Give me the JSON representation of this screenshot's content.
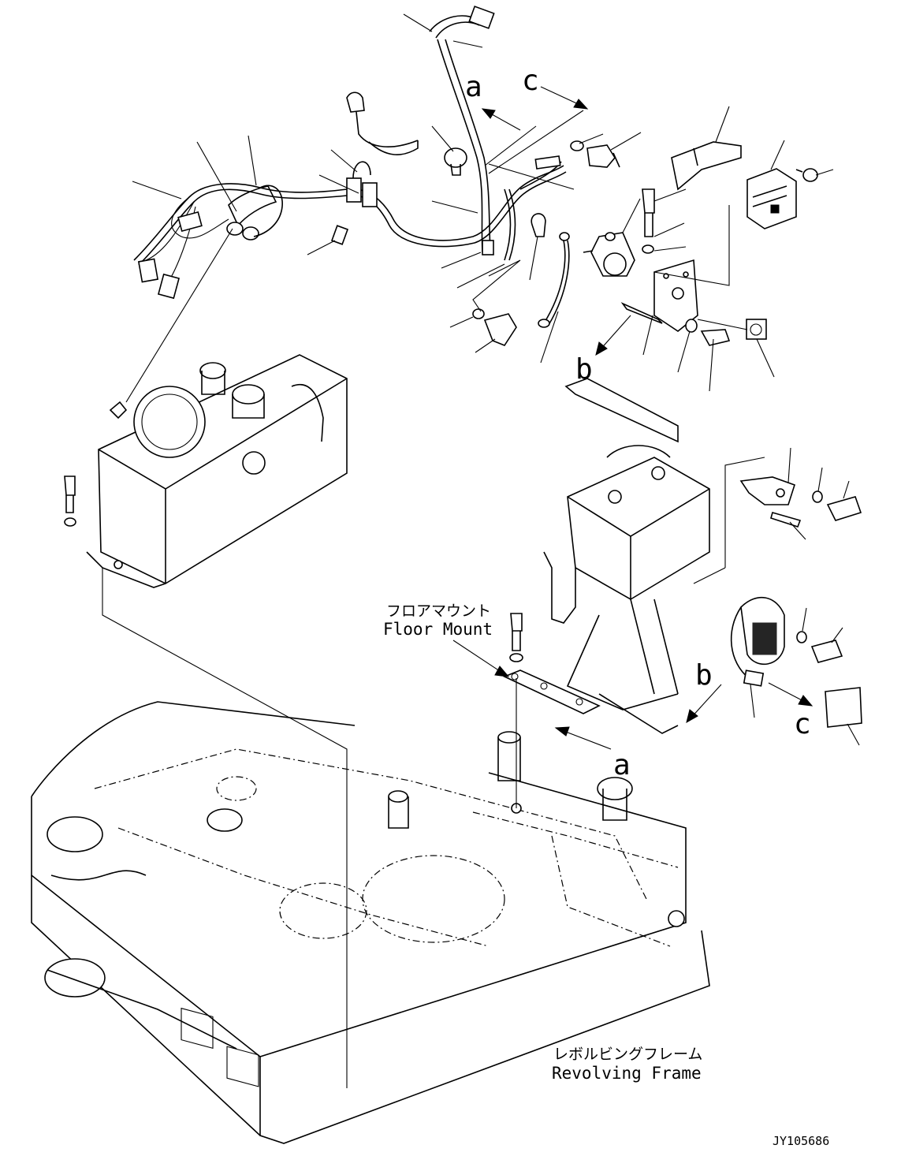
{
  "labels": {
    "floor_mount_jp": "フロアマウント",
    "floor_mount_en": "Floor Mount",
    "revolving_frame_jp": "レボルビングフレーム",
    "revolving_frame_en": "Revolving Frame",
    "drawing_id": "JY105686"
  },
  "callouts": {
    "a_top": "a",
    "a_bottom": "a",
    "b_left": "b",
    "b_right": "b",
    "c_top": "c",
    "c_bottom": "c"
  }
}
